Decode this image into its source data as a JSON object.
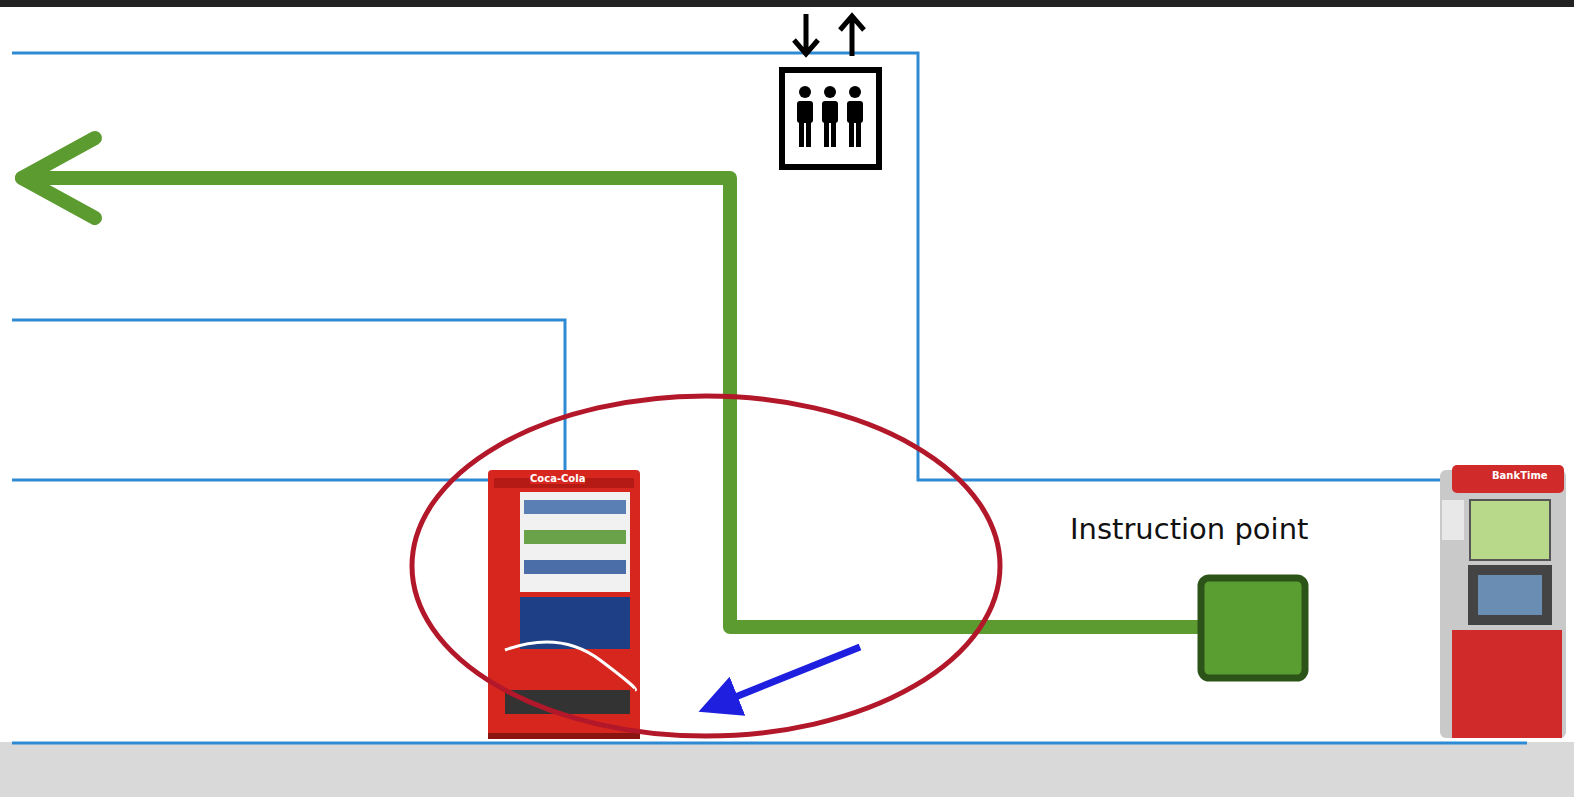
{
  "diagram": {
    "labels": [
      "Instruction point",
      "Coca-Cola",
      "BankTime"
    ]
  }
}
